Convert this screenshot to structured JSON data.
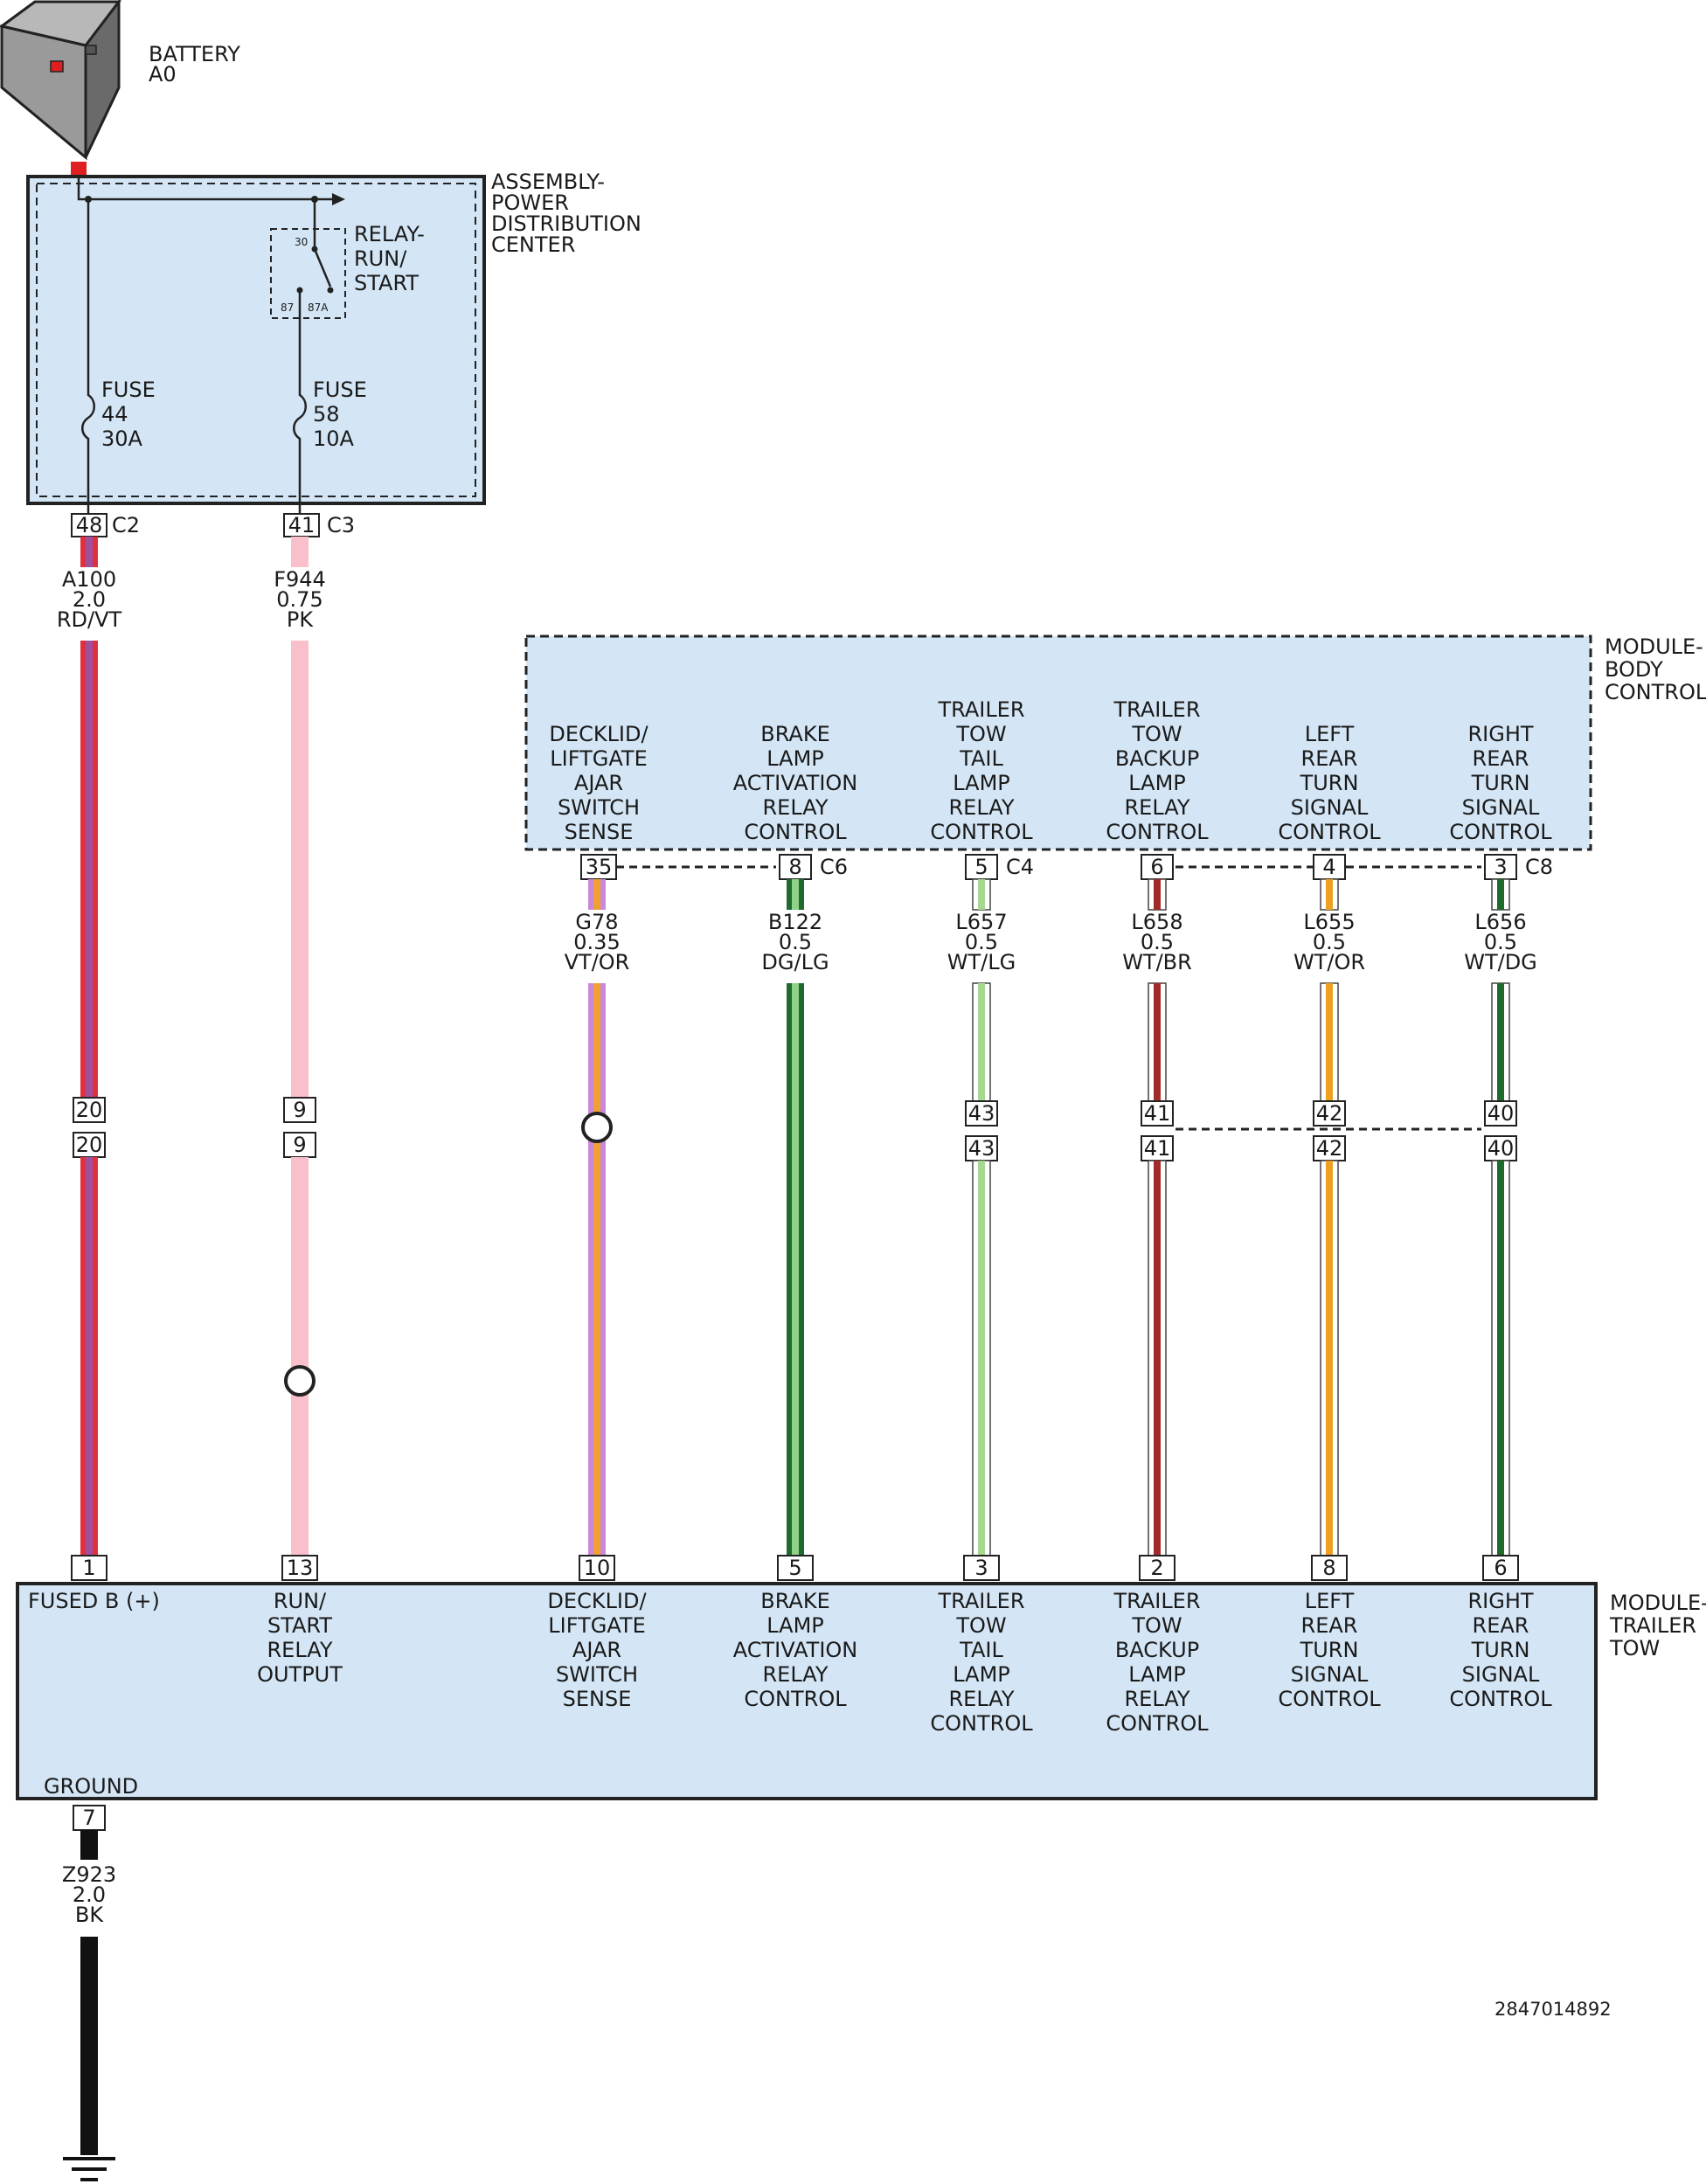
{
  "battery": {
    "name": "BATTERY",
    "code": "A0"
  },
  "pdc": {
    "title": [
      "ASSEMBLY-",
      "POWER",
      "DISTRIBUTION",
      "CENTER"
    ],
    "relay": {
      "title": [
        "RELAY-",
        "RUN/",
        "START"
      ],
      "pin30": "30",
      "pin87": "87",
      "pin87a": "87A"
    },
    "fuses": [
      {
        "lines": [
          "FUSE",
          "44",
          "30A"
        ]
      },
      {
        "lines": [
          "FUSE",
          "58",
          "10A"
        ]
      }
    ],
    "connectors": [
      {
        "pin": "48",
        "conn": "C2"
      },
      {
        "pin": "41",
        "conn": "C3"
      }
    ]
  },
  "bcm": {
    "title": [
      "MODULE-",
      "BODY",
      "CONTROL"
    ],
    "signals": [
      {
        "lines": [
          "DECKLID/",
          "LIFTGATE",
          "AJAR",
          "SWITCH",
          "SENSE"
        ],
        "pin": "35",
        "conn": ""
      },
      {
        "lines": [
          "BRAKE",
          "LAMP",
          "ACTIVATION",
          "RELAY",
          "CONTROL"
        ],
        "pin": "8",
        "conn": "C6"
      },
      {
        "lines": [
          "TRAILER",
          "TOW",
          "TAIL",
          "LAMP",
          "RELAY",
          "CONTROL"
        ],
        "pin": "5",
        "conn": "C4"
      },
      {
        "lines": [
          "TRAILER",
          "TOW",
          "BACKUP",
          "LAMP",
          "RELAY",
          "CONTROL"
        ],
        "pin": "6",
        "conn": ""
      },
      {
        "lines": [
          "LEFT",
          "REAR",
          "TURN",
          "SIGNAL",
          "CONTROL"
        ],
        "pin": "4",
        "conn": ""
      },
      {
        "lines": [
          "RIGHT",
          "REAR",
          "TURN",
          "SIGNAL",
          "CONTROL"
        ],
        "pin": "3",
        "conn": "C8"
      }
    ]
  },
  "wires": [
    {
      "circuit": "A100",
      "gauge": "2.0",
      "color": "RD/VT",
      "base": "#e0303e",
      "stripe": "#a0509a",
      "inline_pins": [
        "20",
        "20"
      ]
    },
    {
      "circuit": "F944",
      "gauge": "0.75",
      "color": "PK",
      "base": "#f9c0cb",
      "stripe": "",
      "inline_pins": [
        "9",
        "9"
      ]
    },
    {
      "circuit": "G78",
      "gauge": "0.35",
      "color": "VT/OR",
      "base": "#cc88d8",
      "stripe": "#f0a030",
      "inline_pins": []
    },
    {
      "circuit": "B122",
      "gauge": "0.5",
      "color": "DG/LG",
      "base": "#1e6b2e",
      "stripe": "#8fd08a",
      "inline_pins": []
    },
    {
      "circuit": "L657",
      "gauge": "0.5",
      "color": "WT/LG",
      "base": "#ffffff",
      "stripe": "#a7d892",
      "inline_pins": [
        "43",
        "43"
      ]
    },
    {
      "circuit": "L658",
      "gauge": "0.5",
      "color": "WT/BR",
      "base": "#ffffff",
      "stripe": "#a32a2a",
      "inline_pins": [
        "41",
        "41"
      ]
    },
    {
      "circuit": "L655",
      "gauge": "0.5",
      "color": "WT/OR",
      "base": "#ffffff",
      "stripe": "#f0a020",
      "inline_pins": [
        "42",
        "42"
      ]
    },
    {
      "circuit": "L656",
      "gauge": "0.5",
      "color": "WT/DG",
      "base": "#ffffff",
      "stripe": "#1e6b2e",
      "inline_pins": [
        "40",
        "40"
      ]
    }
  ],
  "ttm": {
    "title": [
      "MODULE-",
      "TRAILER",
      "TOW"
    ],
    "inputs": [
      {
        "pin": "1",
        "lines": [
          "FUSED B (+)"
        ]
      },
      {
        "pin": "13",
        "lines": [
          "RUN/",
          "START",
          "RELAY",
          "OUTPUT"
        ]
      },
      {
        "pin": "10",
        "lines": [
          "DECKLID/",
          "LIFTGATE",
          "AJAR",
          "SWITCH",
          "SENSE"
        ]
      },
      {
        "pin": "5",
        "lines": [
          "BRAKE",
          "LAMP",
          "ACTIVATION",
          "RELAY",
          "CONTROL"
        ]
      },
      {
        "pin": "3",
        "lines": [
          "TRAILER",
          "TOW",
          "TAIL",
          "LAMP",
          "RELAY",
          "CONTROL"
        ]
      },
      {
        "pin": "2",
        "lines": [
          "TRAILER",
          "TOW",
          "BACKUP",
          "LAMP",
          "RELAY",
          "CONTROL"
        ]
      },
      {
        "pin": "8",
        "lines": [
          "LEFT",
          "REAR",
          "TURN",
          "SIGNAL",
          "CONTROL"
        ]
      },
      {
        "pin": "6",
        "lines": [
          "RIGHT",
          "REAR",
          "TURN",
          "SIGNAL",
          "CONTROL"
        ]
      }
    ],
    "ground": {
      "label": "GROUND",
      "pin": "7"
    }
  },
  "ground_wire": {
    "circuit": "Z923",
    "gauge": "2.0",
    "color": "BK",
    "base": "#111111"
  },
  "doc_id": "2847014892",
  "colors": {
    "module_fill": "#d4e6f6",
    "battery_terminal": "#e02020"
  }
}
